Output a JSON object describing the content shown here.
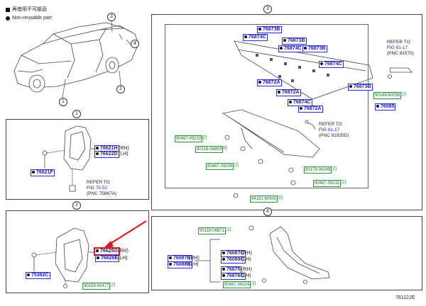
{
  "legend": [
    {
      "marker": "square",
      "text": "再使用不可部品"
    },
    {
      "marker": "dot",
      "text": "Non-reusable part"
    }
  ],
  "figure_id": "761122E",
  "callouts": {
    "c1": "1",
    "c2": "2",
    "c3": "3",
    "c4": "4"
  },
  "panel1": {
    "id": "1",
    "parts": [
      {
        "no": "76621H",
        "suffix": "(RH)"
      },
      {
        "no": "76622D",
        "suffix": "(LH)"
      },
      {
        "no": "76621F",
        "suffix": ""
      }
    ],
    "ref": {
      "line1": "REFER TO",
      "fig_prefix": "FIG ",
      "fig": "75-52",
      "pnc": "(PNC 75867A)"
    }
  },
  "panel2": {
    "id": "2",
    "parts": [
      {
        "no": "76625G",
        "suffix": "(RH)"
      },
      {
        "no": "76626E",
        "suffix": "(LH)"
      },
      {
        "no": "75392C",
        "suffix": ""
      }
    ],
    "green": [
      {
        "no": "90159-60477",
        "suffix": "(2)"
      }
    ]
  },
  "panel3": {
    "id": "3",
    "parts": [
      {
        "no": "76873B"
      },
      {
        "no": "76874C"
      },
      {
        "no": "76873B"
      },
      {
        "no": "76874C"
      },
      {
        "no": "76873B"
      },
      {
        "no": "76874C"
      },
      {
        "no": "76872A"
      },
      {
        "no": "76872A"
      },
      {
        "no": "76873B"
      },
      {
        "no": "76874C"
      },
      {
        "no": "76872A"
      },
      {
        "no": "76085"
      }
    ],
    "green": [
      {
        "no": "90149-50039",
        "suffix": "(2)"
      },
      {
        "no": "90467-09232",
        "suffix": "(2)"
      },
      {
        "no": "90119-06893",
        "suffix": "(6)"
      },
      {
        "no": "90467-09206",
        "suffix": "(2)"
      },
      {
        "no": "90179-06349",
        "suffix": "(2)"
      },
      {
        "no": "90467-09232",
        "suffix": "(2)"
      },
      {
        "no": "94151-80600",
        "suffix": "(6)"
      }
    ],
    "ref1": {
      "line1": "REFER TO",
      "fig_prefix": "FIG ",
      "fig": "81-17",
      "pnc": "(PNC 81570)"
    },
    "ref2": {
      "line1": "REFER TO",
      "fig_prefix": "FIG ",
      "fig": "81-17",
      "pnc": "(PNC 81935D)"
    }
  },
  "panel4": {
    "id": "4",
    "parts": [
      {
        "no": "76087B",
        "suffix": "(RH)"
      },
      {
        "no": "76088B",
        "suffix": "(LH)"
      },
      {
        "no": "76087C",
        "suffix": "(RH)"
      },
      {
        "no": "76088C",
        "suffix": "(LH)"
      },
      {
        "no": "76875",
        "suffix": "(RH)"
      },
      {
        "no": "76876C",
        "suffix": "(LH)"
      }
    ],
    "green": [
      {
        "no": "90119-06871",
        "suffix": "(2)"
      },
      {
        "no": "90467-06224",
        "suffix": "(3)"
      }
    ]
  },
  "colors": {
    "part_border": "#2b2bd6",
    "secondary_border": "#2c9a3c",
    "highlight": "#e01818"
  }
}
